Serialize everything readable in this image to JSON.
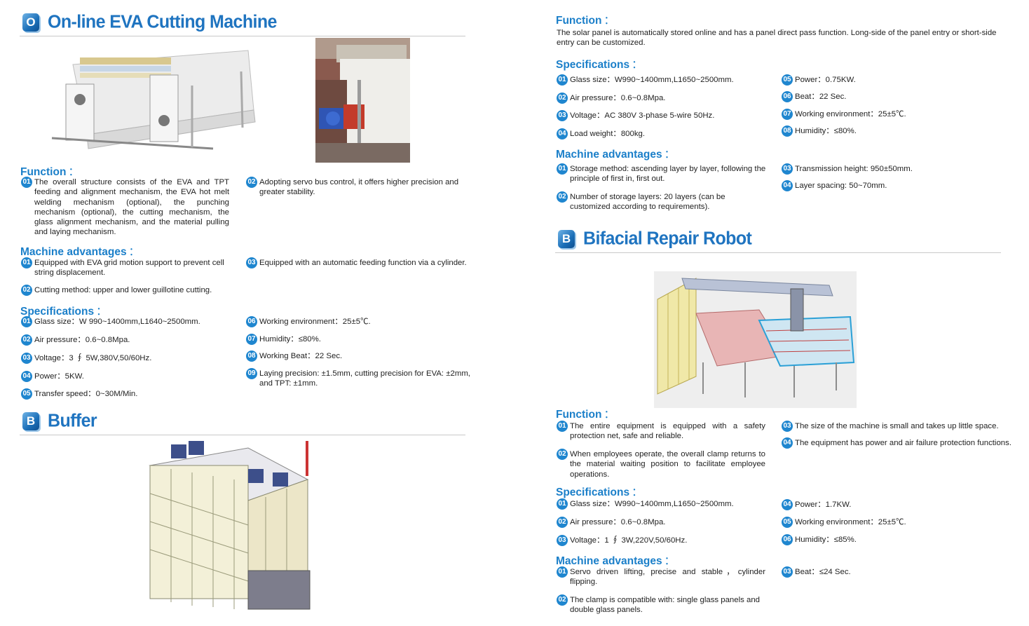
{
  "left": {
    "eva": {
      "badge": "O",
      "title": "On-line EVA Cutting Machine",
      "function_heading": "Function",
      "function_items": [
        {
          "num": "01",
          "text": "The overall structure consists of the EVA and TPT feeding and alignment mechanism, the EVA hot melt welding mechanism (optional), the punching mechanism (optional), the cutting mechanism, the glass alignment mechanism, and the material pulling and laying mechanism."
        },
        {
          "num": "02",
          "text": "Adopting servo bus control, it offers higher precision and greater stability."
        }
      ],
      "advantages_heading": "Machine advantages",
      "advantages_items": [
        {
          "num": "01",
          "text": "Equipped with EVA grid motion support to prevent cell string displacement."
        },
        {
          "num": "02",
          "text": "Cutting method: upper and lower guillotine cutting."
        },
        {
          "num": "03",
          "text": "Equipped with an automatic feeding function via a cylinder."
        }
      ],
      "spec_heading": "Specifications",
      "spec_items": [
        {
          "num": "01",
          "text": "Glass size：W 990~1400mm,L1640~2500mm."
        },
        {
          "num": "02",
          "text": "Air pressure：0.6~0.8Mpa."
        },
        {
          "num": "03",
          "text": "Voltage：3 ∮ 5W,380V,50/60Hz."
        },
        {
          "num": "04",
          "text": "Power：5KW."
        },
        {
          "num": "05",
          "text": "Transfer speed：0~30M/Min."
        },
        {
          "num": "06",
          "text": "Working environment：25±5℃."
        },
        {
          "num": "07",
          "text": "Humidity：≤80%."
        },
        {
          "num": "08",
          "text": "Working Beat：22 Sec."
        },
        {
          "num": "09",
          "text": "Laying precision: ±1.5mm, cutting precision for EVA: ±2mm, and TPT: ±1mm."
        }
      ]
    },
    "buffer": {
      "badge": "B",
      "title": "Buffer"
    }
  },
  "right": {
    "buffer_cont": {
      "function_heading": "Function",
      "function_text": "The solar panel is automatically stored online and has a panel direct pass function. Long-side of the panel entry or short-side entry can be customized.",
      "spec_heading": "Specifications",
      "spec_items": [
        {
          "num": "01",
          "text": "Glass size：W990~1400mm,L1650~2500mm."
        },
        {
          "num": "02",
          "text": "Air pressure：0.6~0.8Mpa."
        },
        {
          "num": "03",
          "text": "Voltage：AC 380V 3-phase 5-wire 50Hz."
        },
        {
          "num": "04",
          "text": "Load weight：800kg."
        },
        {
          "num": "05",
          "text": "Power：0.75KW."
        },
        {
          "num": "06",
          "text": "Beat：22 Sec."
        },
        {
          "num": "07",
          "text": "Working environment：25±5℃."
        },
        {
          "num": "08",
          "text": "Humidity：≤80%."
        }
      ],
      "advantages_heading": "Machine advantages",
      "advantages_items": [
        {
          "num": "01",
          "text": "Storage method: ascending layer by layer, following the principle of first in, first out."
        },
        {
          "num": "02",
          "text": "Number of storage layers: 20 layers (can be customized according to requirements)."
        },
        {
          "num": "03",
          "text": "Transmission height: 950±50mm."
        },
        {
          "num": "04",
          "text": "Layer spacing: 50~70mm."
        }
      ]
    },
    "robot": {
      "badge": "B",
      "title": "Bifacial Repair Robot",
      "function_heading": "Function",
      "function_items": [
        {
          "num": "01",
          "text": "The entire equipment is equipped with a safety protection net, safe and reliable."
        },
        {
          "num": "02",
          "text": "When employees operate, the overall clamp returns to the material waiting position to facilitate employee operations."
        },
        {
          "num": "03",
          "text": "The size of the machine is small and takes up little space."
        },
        {
          "num": "04",
          "text": "The equipment has power and air failure protection functions."
        }
      ],
      "spec_heading": "Specifications",
      "spec_items": [
        {
          "num": "01",
          "text": "Glass size：W990~1400mm,L1650~2500mm."
        },
        {
          "num": "02",
          "text": "Air pressure：0.6~0.8Mpa."
        },
        {
          "num": "03",
          "text": "Voltage：1 ∮ 3W,220V,50/60Hz."
        },
        {
          "num": "04",
          "text": "Power：1.7KW."
        },
        {
          "num": "05",
          "text": "Working environment：25±5℃."
        },
        {
          "num": "06",
          "text": "Humidity：≤85%."
        }
      ],
      "advantages_heading": "Machine advantages",
      "advantages_items": [
        {
          "num": "01",
          "text": "Servo driven lifting, precise and stable，cylinder flipping."
        },
        {
          "num": "02",
          "text": "The clamp is compatible with: single glass panels and double glass panels."
        },
        {
          "num": "03",
          "text": "Beat：≤24 Sec."
        }
      ]
    }
  },
  "colon": "："
}
